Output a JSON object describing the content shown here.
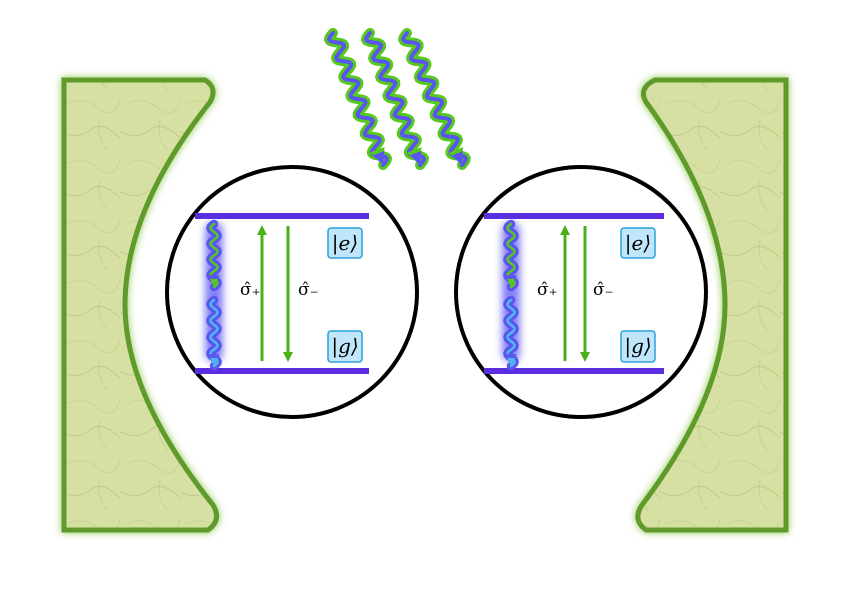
{
  "colors": {
    "mirror_fill": "#d4dfa0",
    "mirror_edge": "#5e9a2a",
    "mirror_glow": "#7cc23a",
    "level_line": "#5a2ee0",
    "transition_arrow": "#48b01a",
    "photon_blue": "#5a55f0",
    "photon_green": "#56c81e",
    "ket_box_fill": "#bfe6fb",
    "ket_box_stroke": "#2aa0d8",
    "circle_stroke": "#000000"
  },
  "icons": {
    "mirror": "concave-cavity-mirror",
    "photon": "wavy-arrow",
    "atom": "two-level-atom"
  },
  "atoms": [
    {
      "sigma_plus": "σ̂₊",
      "sigma_minus": "σ̂₋",
      "excited_state": "|e⟩",
      "ground_state": "|g⟩"
    },
    {
      "sigma_plus": "σ̂₊",
      "sigma_minus": "σ̂₋",
      "excited_state": "|e⟩",
      "ground_state": "|g⟩"
    }
  ]
}
